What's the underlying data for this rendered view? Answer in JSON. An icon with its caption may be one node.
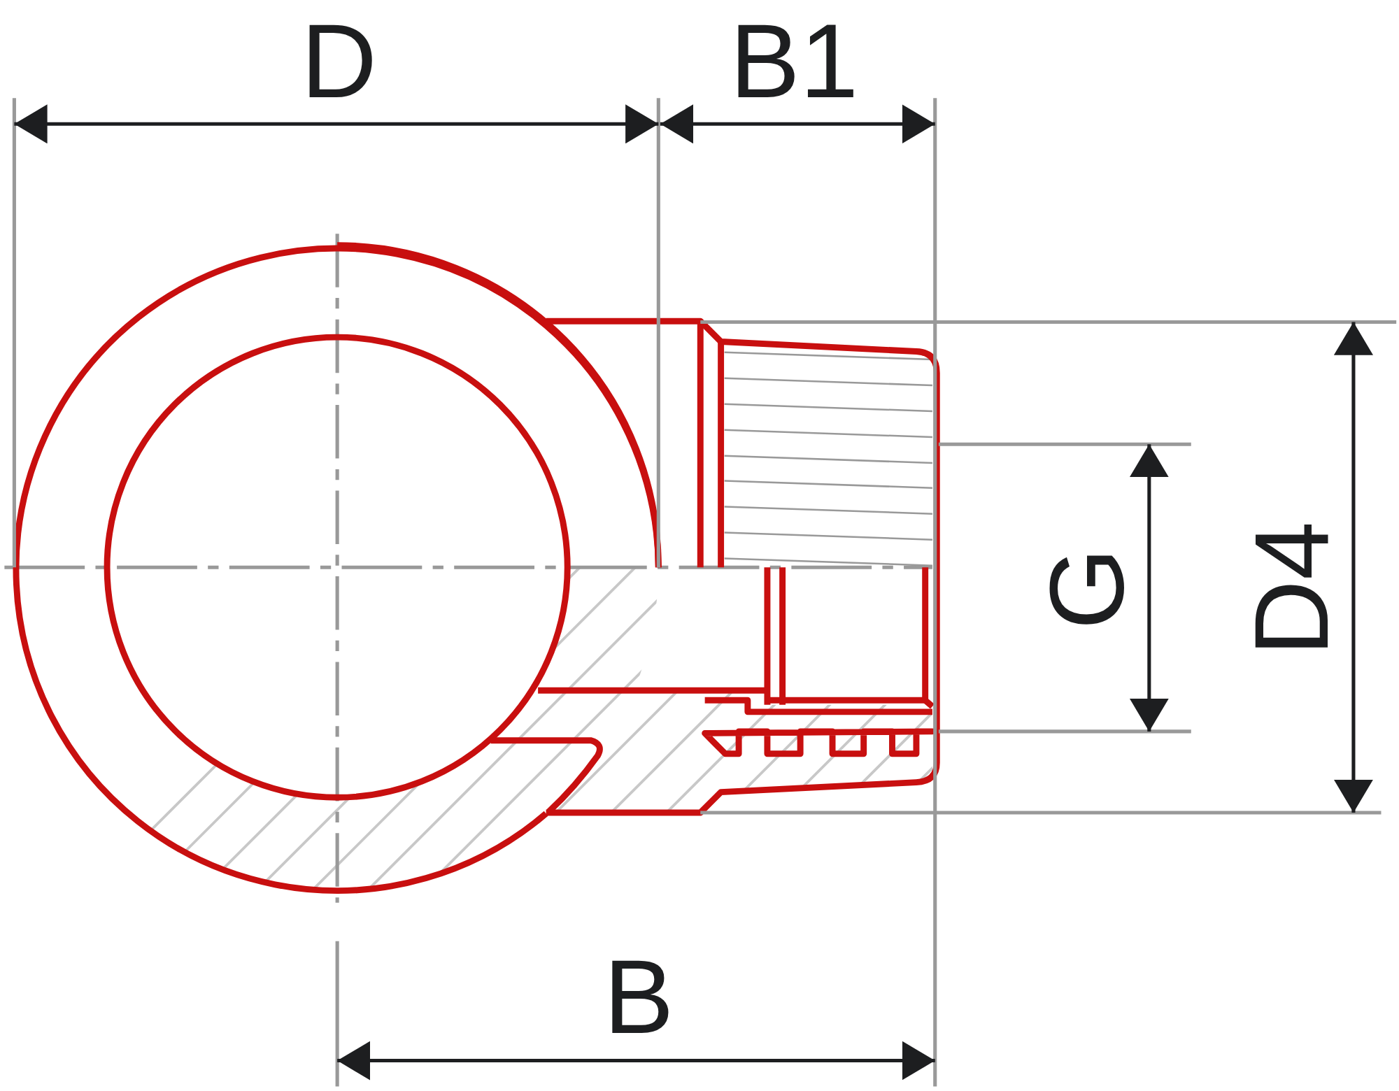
{
  "diagram": {
    "labels": [
      "D",
      "B1",
      "G",
      "D4",
      "B"
    ]
  }
}
